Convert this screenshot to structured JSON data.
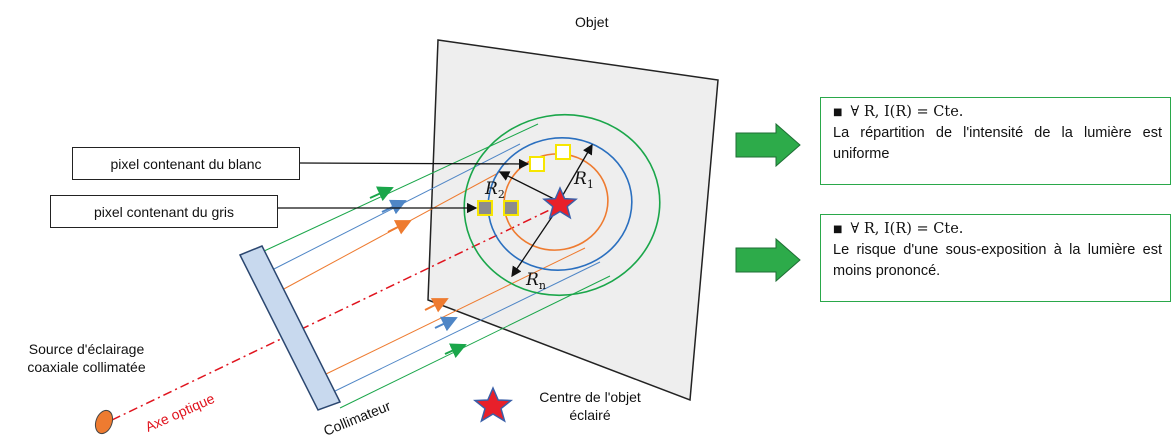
{
  "object_label": "Objet",
  "white_pixel_label": "pixel contenant du blanc",
  "gray_pixel_label": "pixel contenant du gris",
  "source_label": "Source d'éclairage coaxiale collimatée",
  "optical_axis_label": "Axe optique",
  "collimator_label": "Collimateur",
  "center_label": "Centre de l'objet éclairé",
  "radius_labels": {
    "r1": "R",
    "r1_sub": "1",
    "r2": "R",
    "r2_sub": "2",
    "rn": "R",
    "rn_sub": "n"
  },
  "info_boxes": [
    {
      "formula": "∀ R,  I(R) = Cte.",
      "description": "La répartition de l'intensité de la lumière est uniforme"
    },
    {
      "formula": "∀ R,  I(R) = Cte.",
      "description": "Le risque d'une sous-exposition à la lumière est moins prononcé."
    }
  ],
  "colors": {
    "green": "#1aa64a",
    "blue": "#4f86c6",
    "orange": "#ee7b30",
    "arrow_fill": "#2dab4a",
    "star_fill": "#e8202a",
    "star_outline": "#3a5fa8",
    "pixel_yellow": "#f7e600",
    "pixel_gray": "#8c8c8c",
    "axis_red": "#e0141e",
    "plate": "#eeeeee",
    "lens": "#c8d9ee"
  }
}
